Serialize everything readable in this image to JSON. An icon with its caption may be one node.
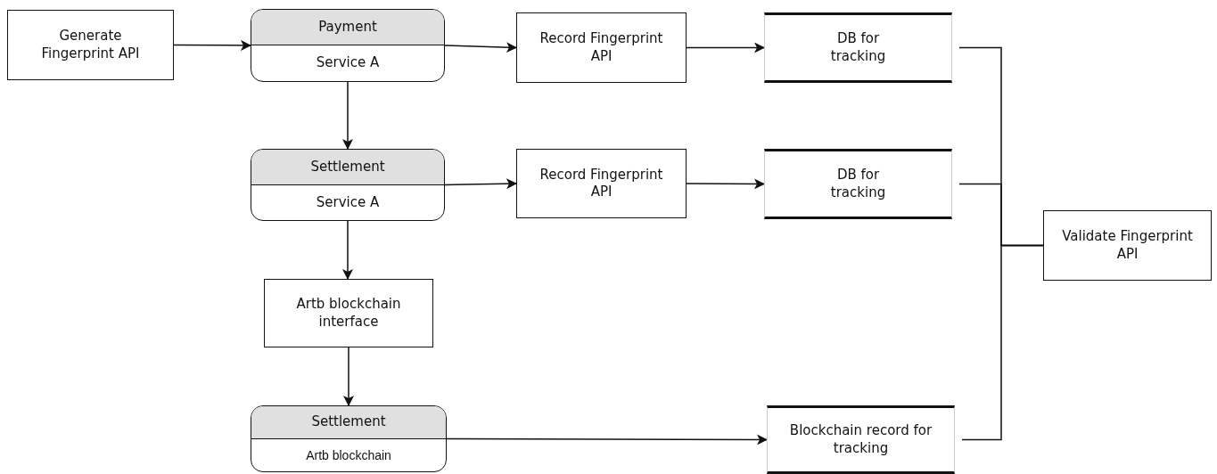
{
  "diagram": {
    "nodes": [
      {
        "text": [
          "Generate Fingerprint API"
        ]
      },
      {
        "text": [
          "Payment",
          "Service A"
        ]
      },
      {
        "text": [
          "Record Fingerprint API"
        ]
      },
      {
        "text": [
          "DB for tracking"
        ]
      },
      {
        "text": [
          "Settlement",
          "Service A"
        ]
      },
      {
        "text": [
          "Record Fingerprint API"
        ]
      },
      {
        "text": [
          "DB for tracking"
        ]
      },
      {
        "text": [
          "Artb blockchain interface"
        ]
      },
      {
        "text": [
          "Settlement",
          "Artb blockchain"
        ]
      },
      {
        "text": [
          "Blockchain record for tracking"
        ]
      },
      {
        "text": [
          "Validate Fingerprint API"
        ]
      }
    ],
    "edges": [
      {
        "from": 0,
        "to": 1,
        "arrow": "to"
      },
      {
        "from": 1,
        "to": 2,
        "arrow": "to"
      },
      {
        "from": 2,
        "to": 3,
        "arrow": "to"
      },
      {
        "from": 1,
        "to": 4,
        "arrow": "to"
      },
      {
        "from": 4,
        "to": 5,
        "arrow": "to"
      },
      {
        "from": 5,
        "to": 6,
        "arrow": "to"
      },
      {
        "from": 4,
        "to": 7,
        "arrow": "to"
      },
      {
        "from": 7,
        "to": 8,
        "arrow": "to"
      },
      {
        "from": 8,
        "to": 9,
        "arrow": "to"
      },
      {
        "from": 3,
        "to": 10,
        "arrow": "none"
      },
      {
        "from": 6,
        "to": 10,
        "arrow": "none"
      },
      {
        "from": 9,
        "to": 10,
        "arrow": "none"
      }
    ]
  }
}
